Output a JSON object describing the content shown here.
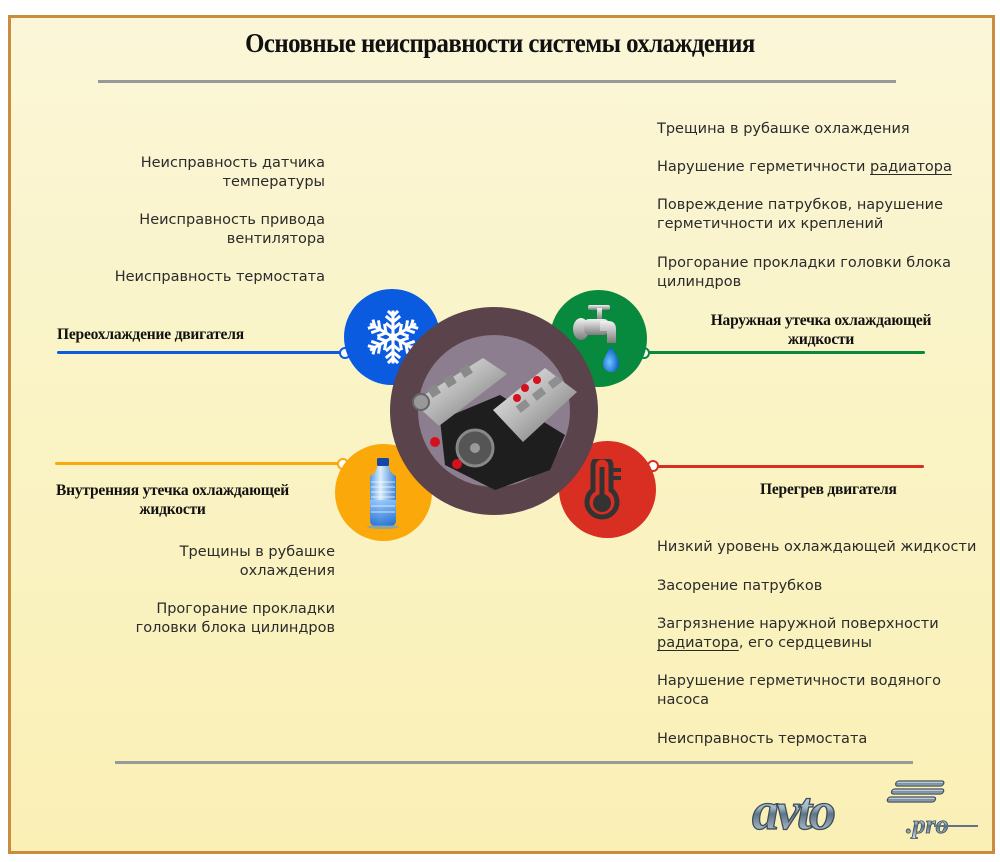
{
  "title": "Основные неисправности системы охлаждения",
  "colors": {
    "frame_border": "#C98D40",
    "background": "#FAF3C4",
    "overcooling": "#0A5BE0",
    "external_leak": "#078A3E",
    "internal_leak": "#FBA90A",
    "overheating": "#D92E22",
    "engine_ring": "#5A434B",
    "engine_inner": "#8C7E8F",
    "divider": "#999999"
  },
  "sections": {
    "overcooling": {
      "heading": "Переохлаждение двигателя",
      "icon": "snowflake-icon",
      "items": [
        "Неисправность датчика температуры",
        "Неисправность привода вентилятора",
        "Неисправность термостата"
      ]
    },
    "external_leak": {
      "heading": "Наружная утечка охлаждающей жидкости",
      "icon": "water-tap-icon",
      "items": [
        "Трещина в рубашке охлаждения",
        "Нарушение герметичности радиатора",
        "Повреждение патрубков, нарушение герметичности их креплений",
        "Прогорание прокладки головки блока цилиндров"
      ],
      "item1_prefix": "Нарушение герметичности ",
      "item1_link": "радиатора"
    },
    "internal_leak": {
      "heading": "Внутренняя утечка охлаждающей жидкости",
      "icon": "water-bottle-icon",
      "items": [
        "Трещины в рубашке охлаждения",
        "Прогорание прокладки головки блока цилиндров"
      ]
    },
    "overheating": {
      "heading": "Перегрев двигателя",
      "icon": "thermometer-icon",
      "items": [
        "Низкий уровень охлаждающей жидкости",
        "Засорение патрубков",
        "Загрязнение наружной поверхности радиатора, его сердцевины",
        "Нарушение герметичности водяного насоса",
        "Неисправность термостата"
      ],
      "item2_line1": "Загрязнение наружной поверхности",
      "item2_link": "радиатора",
      "item2_rest": ", его сердцевины"
    }
  },
  "center": {
    "icon": "engine-icon"
  },
  "logo": {
    "main": "avto",
    "suffix": ".pro"
  }
}
